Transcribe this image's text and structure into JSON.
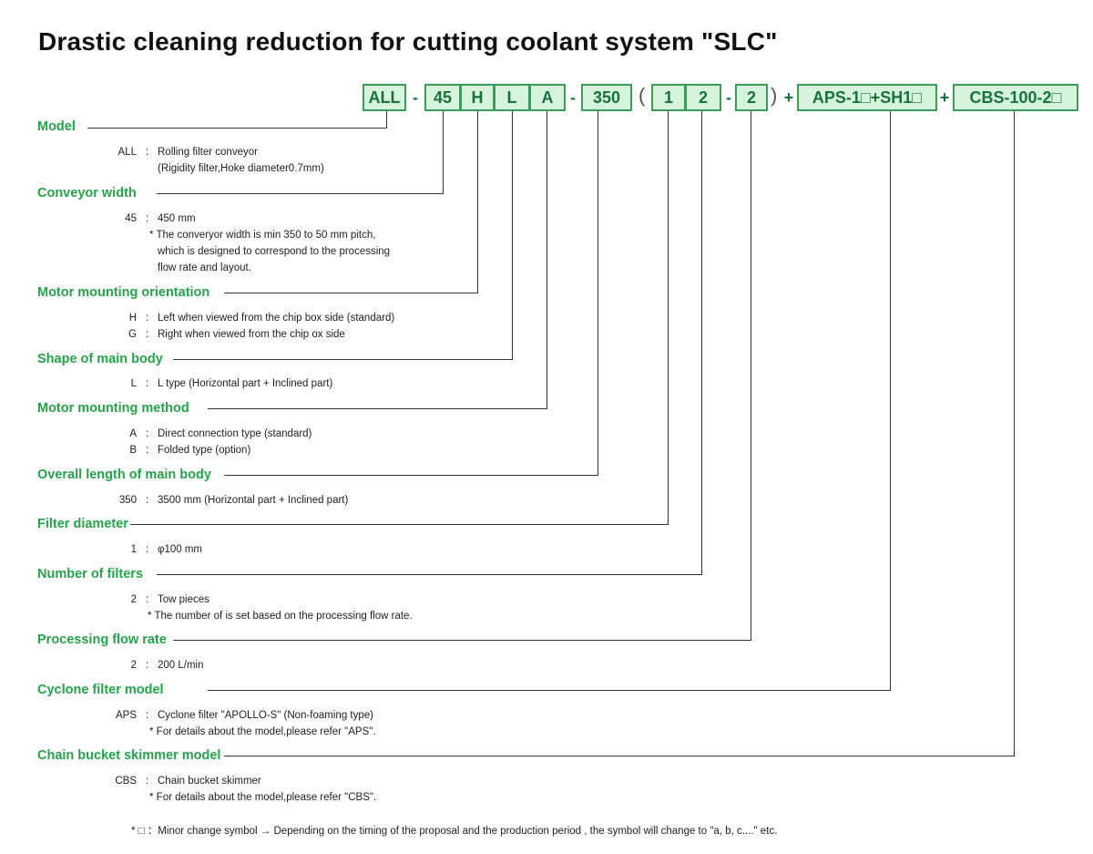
{
  "title": "Drastic cleaning reduction for cutting coolant system \"SLC\"",
  "code": {
    "all": "ALL",
    "dash1": "-",
    "width": "45",
    "motor_orient": "H",
    "shape": "L",
    "motor_method": "A",
    "dash2": "-",
    "length": "350",
    "paren_open": "(",
    "filter_dia": "1",
    "filter_num": "2",
    "dash3": "-",
    "flow": "2",
    "paren_close": ")",
    "plus1": "+",
    "aps": "APS-1□+SH1□",
    "plus2": "+",
    "cbs": "CBS-100-2□"
  },
  "sections": {
    "model": {
      "label": "Model",
      "key": "ALL",
      "lines": [
        "Rolling filter conveyor",
        "(Rigidity filter,Hoke diameter0.7mm)"
      ]
    },
    "width": {
      "label": "Conveyor width",
      "key": "45",
      "lines": [
        "450 mm",
        "* The converyor width is min 350 to 50 mm pitch,",
        "which is designed to correspond to the processing",
        "flow rate  and layout."
      ]
    },
    "orient": {
      "label": "Motor mounting orientation",
      "rows": [
        {
          "key": "H",
          "text": "Left when viewed from the chip box side (standard)"
        },
        {
          "key": "G",
          "text": "Right when viewed from the chip ox side"
        }
      ]
    },
    "shape": {
      "label": "Shape of main body",
      "key": "L",
      "text": "L type (Horizontal part + Inclined part)"
    },
    "method": {
      "label": "Motor mounting method",
      "rows": [
        {
          "key": "A",
          "text": "Direct connection type (standard)"
        },
        {
          "key": "B",
          "text": "Folded type (option)"
        }
      ]
    },
    "length": {
      "label": "Overall length of main body",
      "key": "350",
      "text": "3500 mm (Horizontal part + Inclined part)"
    },
    "filter_dia": {
      "label": "Filter diameter",
      "key": "1",
      "text": "φ100 mm"
    },
    "filter_num": {
      "label": "Number of filters",
      "key": "2",
      "lines": [
        "Tow pieces",
        "* The number of is set based on the processing flow rate."
      ]
    },
    "flow": {
      "label": "Processing flow rate",
      "key": "2",
      "text": "200 L/min"
    },
    "cyclone": {
      "label": "Cyclone filter model",
      "key": "APS",
      "lines": [
        "Cyclone filter \"APOLLO-S\" (Non-foaming type)",
        "* For details about the model,please refer \"APS\"."
      ]
    },
    "chain": {
      "label": "Chain bucket skimmer model",
      "key": "CBS",
      "lines": [
        "Chain bucket skimmer",
        "* For details about the model,please refer \"CBS\"."
      ]
    }
  },
  "colon": ":",
  "footnote": "* □ ：Minor change symbol → Depending on the timing of the proposal and the production period , the symbol will change to \"a, b, c....\" etc.",
  "colors": {
    "green_text": "#26a24a",
    "box_fill": "#d6f4dc",
    "box_border": "#3a9e5a",
    "box_text": "#17733a"
  }
}
